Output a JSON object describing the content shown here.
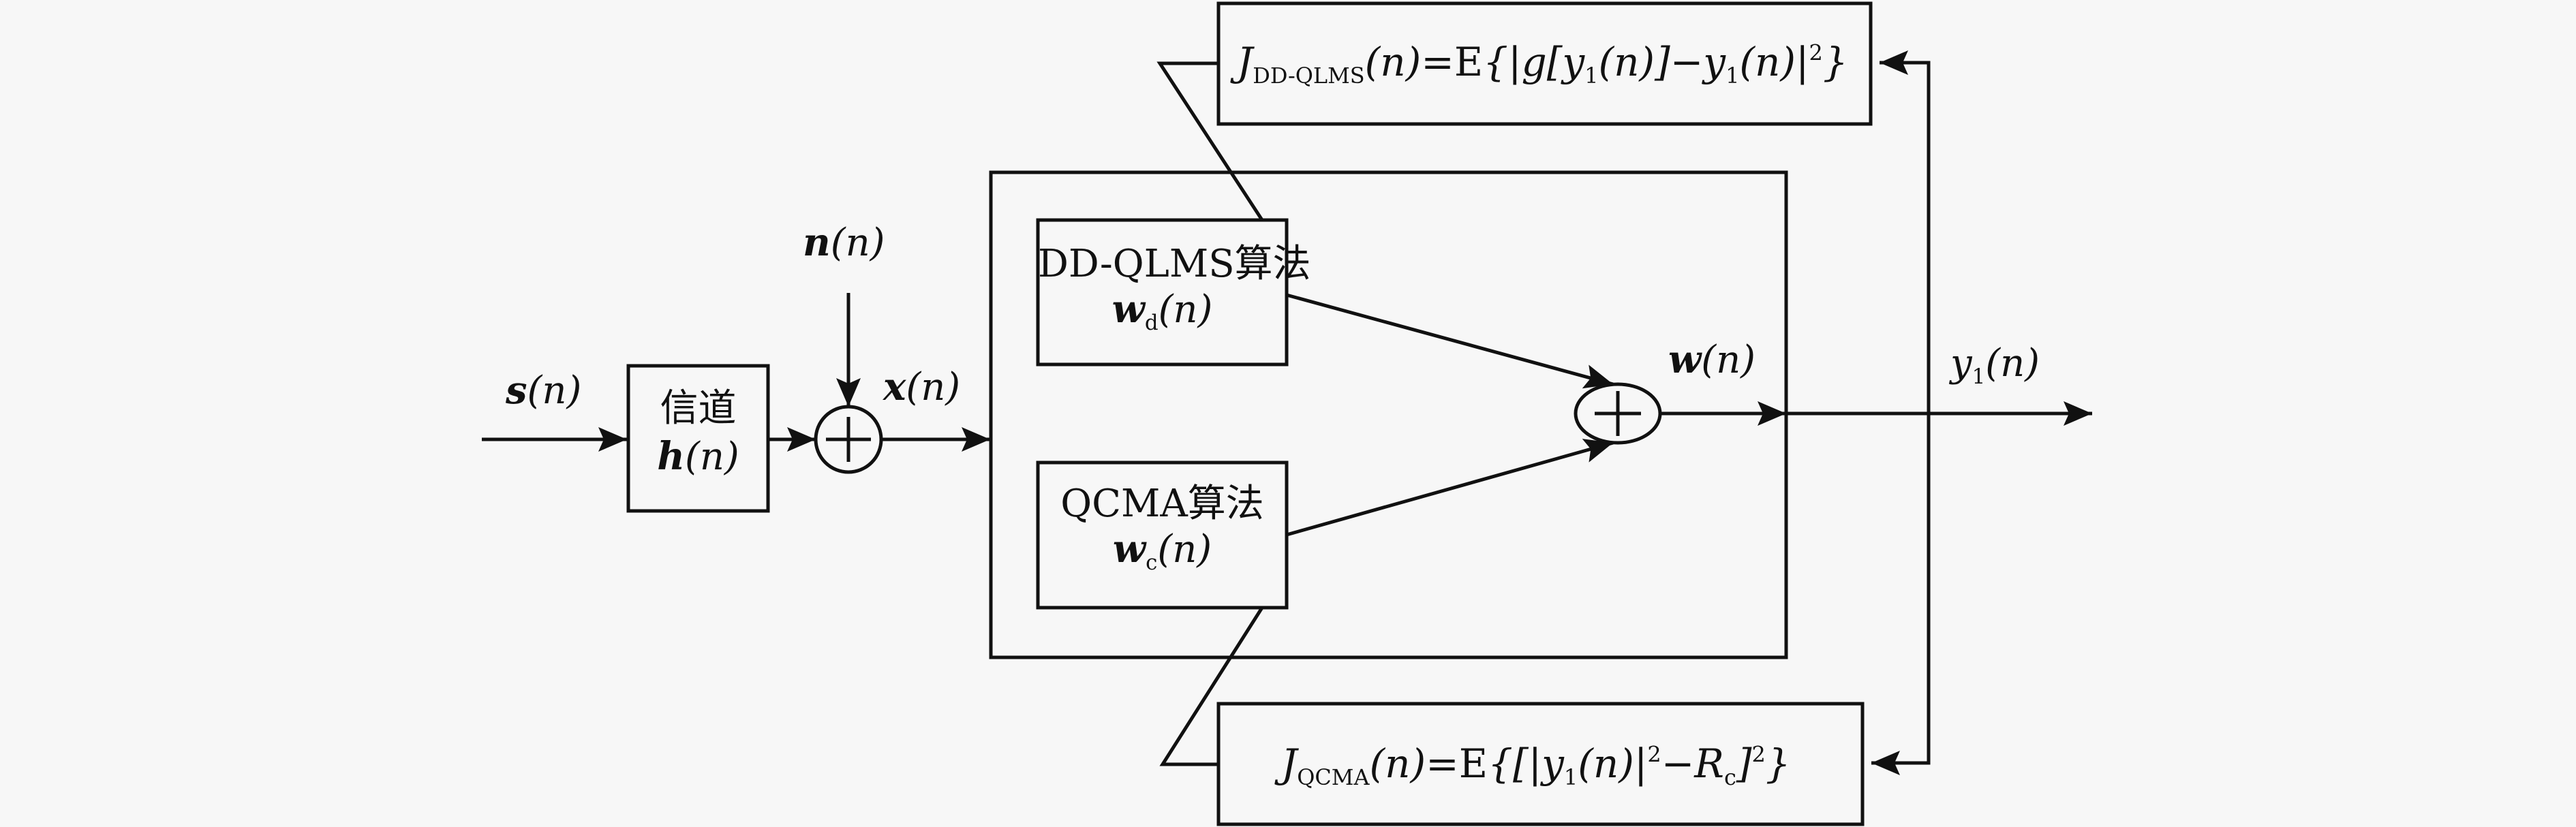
{
  "diagram": {
    "title": "",
    "colors": {
      "stroke": "#111111",
      "background": "#f7f7f7"
    },
    "signals": {
      "input": {
        "sym": "s",
        "arg": "(n)"
      },
      "noise": {
        "sym": "n",
        "arg": "(n)"
      },
      "received": {
        "sym": "x",
        "arg": "(n)"
      },
      "weights": {
        "sym": "w",
        "arg": "(n)"
      },
      "output": {
        "sym": "y",
        "sub": "1",
        "arg": "(n)"
      }
    },
    "blocks": {
      "channel": {
        "line1": "信道",
        "sym": "h",
        "arg": "(n)"
      },
      "ddqlms": {
        "line1": "DD-QLMS算法",
        "sym": "w",
        "sub": "d",
        "arg": "(n)"
      },
      "qcma": {
        "line1": "QCMA算法",
        "sym": "w",
        "sub": "c",
        "arg": "(n)"
      }
    },
    "adders": {
      "symbol": "+"
    },
    "cost_functions": {
      "ddqlms": {
        "J": "J",
        "sub": "DD-QLMS",
        "lhs_arg": "(n)",
        "eq": "=E",
        "body_pre": "{|g[",
        "y": "y",
        "ysub": "1",
        "yarg": "(n)",
        "mid": "]−",
        "y2": "y",
        "y2sub": "1",
        "y2arg": "(n)",
        "abs_close": "|",
        "exp": "2",
        "close": "}"
      },
      "qcma": {
        "J": "J",
        "sub": "QCMA",
        "lhs_arg": "(n)",
        "eq": "=E",
        "body_pre": "{[|",
        "y": "y",
        "ysub": "1",
        "yarg": "(n)",
        "abs_close": "|",
        "exp1": "2",
        "minus": "−",
        "R": "R",
        "Rsub": "c",
        "bracket_close": "]",
        "exp2": "2",
        "close": "}"
      }
    }
  }
}
